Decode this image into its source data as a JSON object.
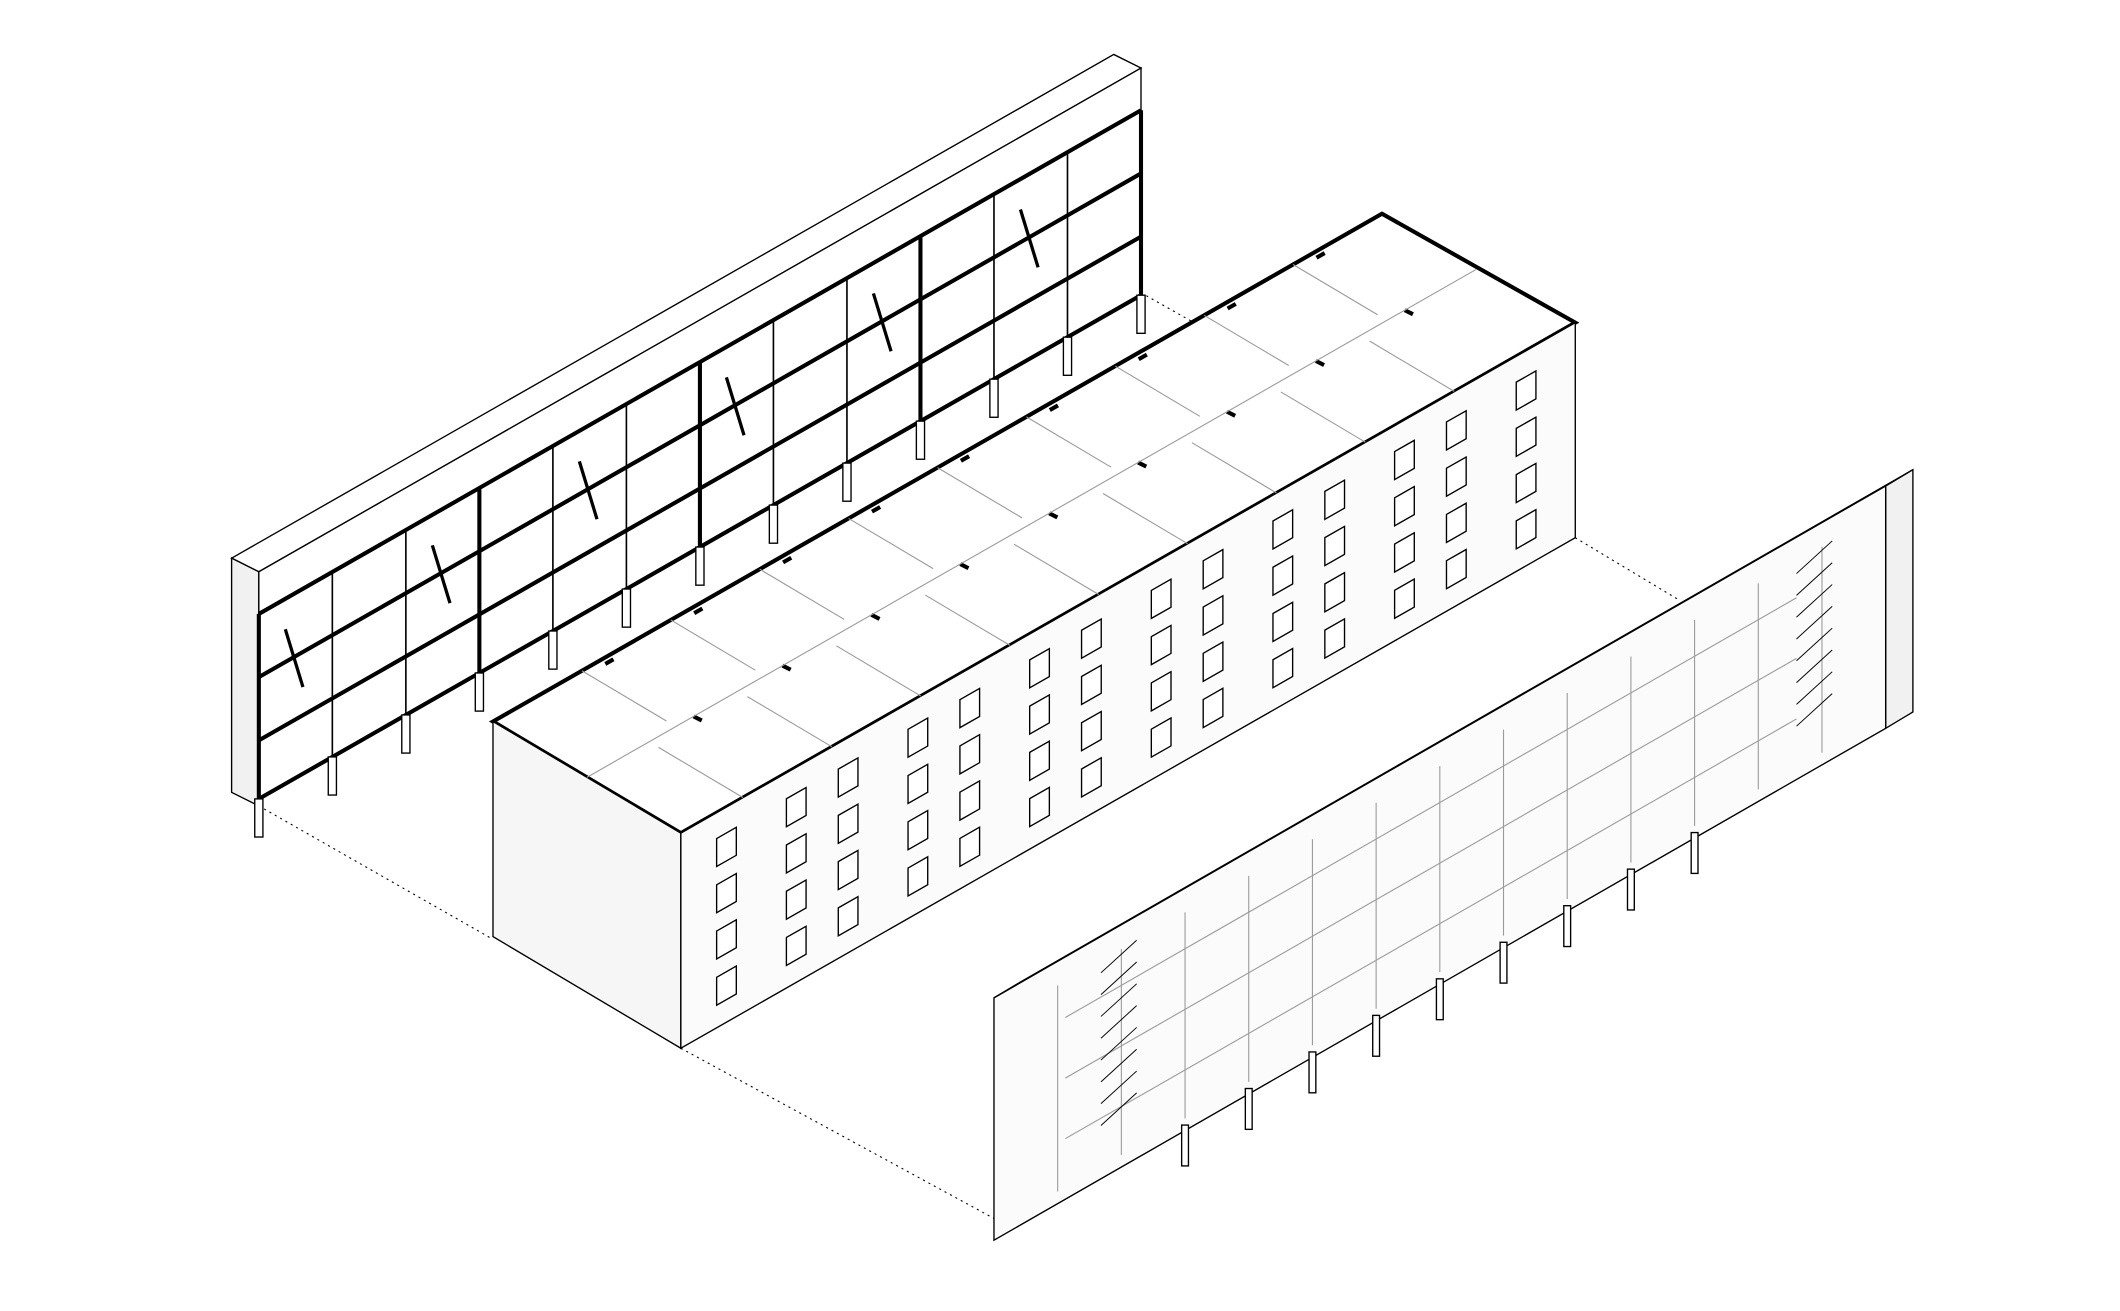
{
  "diagram": {
    "type": "axonometric-exploded-building",
    "components": [
      "structural-frame",
      "building-envelope",
      "circulation-core"
    ],
    "colors": {
      "line": "#000000",
      "hatch": "#bdbdbd",
      "background": "#ffffff",
      "light_line": "#9a9a9a"
    }
  }
}
